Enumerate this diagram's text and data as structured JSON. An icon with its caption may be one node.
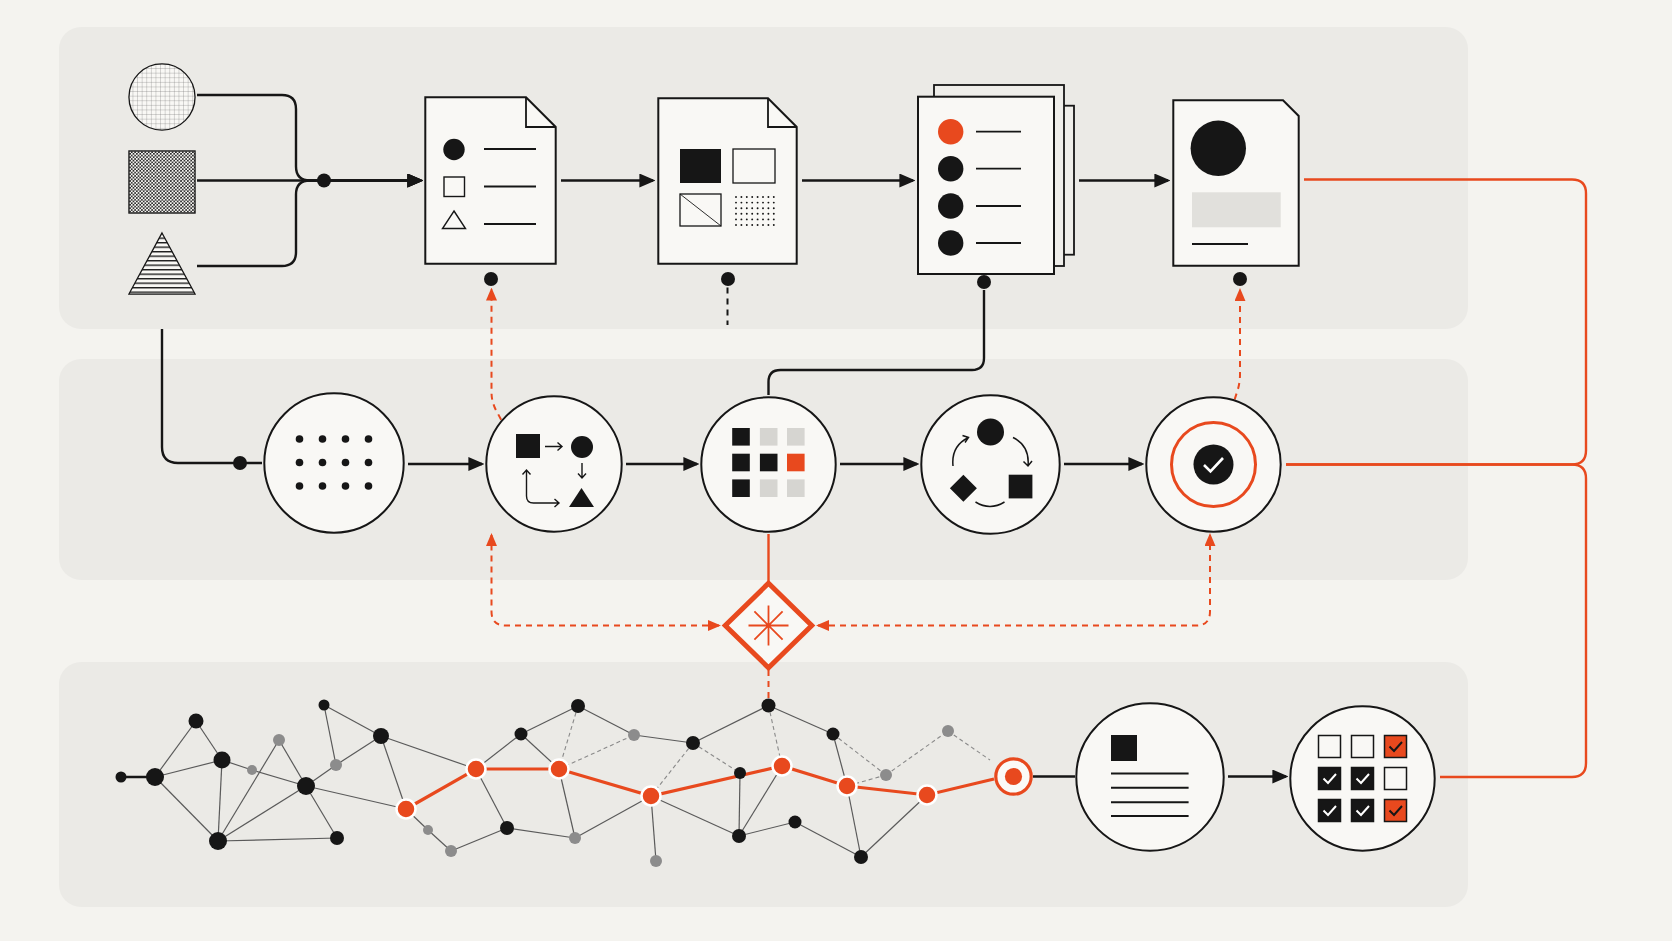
{
  "diagram": {
    "nodes": [
      {
        "text": [],
        "shape": "band"
      },
      {
        "text": [],
        "shape": "circle",
        "in": 0
      },
      {
        "text": [],
        "shape": "square",
        "in": 0
      },
      {
        "text": [],
        "shape": "triangle",
        "in": 0
      },
      {
        "text": [],
        "shape": "document",
        "in": 0
      },
      {
        "text": [],
        "shape": "document",
        "in": 0
      },
      {
        "text": [],
        "shape": "documents",
        "in": 0
      },
      {
        "text": [],
        "shape": "document",
        "in": 0
      },
      {
        "text": [],
        "shape": "dot",
        "in": 0
      },
      {
        "text": [],
        "shape": "dot",
        "in": 0
      },
      {
        "text": [],
        "shape": "dot",
        "in": 0
      },
      {
        "text": [],
        "shape": "dot",
        "in": 0
      },
      {
        "text": [],
        "shape": "band"
      },
      {
        "text": [],
        "shape": "circle",
        "in": 12
      },
      {
        "text": [],
        "shape": "circle",
        "in": 12
      },
      {
        "text": [],
        "shape": "circle",
        "in": 12
      },
      {
        "text": [],
        "shape": "circle",
        "in": 12
      },
      {
        "text": [],
        "shape": "circle",
        "in": 12
      },
      {
        "text": [],
        "shape": "diamond"
      },
      {
        "text": [],
        "shape": "band"
      },
      {
        "text": [],
        "shape": "picture",
        "in": 19
      },
      {
        "text": [],
        "shape": "ring",
        "in": 19
      },
      {
        "text": [],
        "shape": "circle",
        "in": 19
      },
      {
        "text": [],
        "shape": "circle",
        "in": 19
      }
    ],
    "edges": [
      {
        "from": 1,
        "to": 4,
        "arrow": "to"
      },
      {
        "from": 2,
        "to": 4,
        "arrow": "to"
      },
      {
        "from": 3,
        "to": 4,
        "arrow": "to"
      },
      {
        "from": 4,
        "to": 5,
        "arrow": "to"
      },
      {
        "from": 5,
        "to": 6,
        "arrow": "to"
      },
      {
        "from": 6,
        "to": 7,
        "arrow": "to"
      },
      {
        "from": 0,
        "to": 13,
        "arrow": "other"
      },
      {
        "from": 13,
        "to": 14,
        "arrow": "to"
      },
      {
        "from": 14,
        "to": 15,
        "arrow": "to"
      },
      {
        "from": 15,
        "to": 16,
        "arrow": "to"
      },
      {
        "from": 16,
        "to": 17,
        "arrow": "to"
      },
      {
        "from": 14,
        "to": 8,
        "arrow": "to",
        "style": "dashed",
        "color": "#e8491e"
      },
      {
        "from": 9,
        "to": null,
        "arrow": "none",
        "style": "dashed"
      },
      {
        "from": 10,
        "to": 15,
        "arrow": "none"
      },
      {
        "from": 17,
        "to": 11,
        "arrow": "to",
        "style": "dashed",
        "color": "#e8491e"
      },
      {
        "from": 15,
        "to": 18,
        "arrow": "none",
        "color": "#e8491e"
      },
      {
        "from": 18,
        "to": 14,
        "arrow": "both",
        "style": "dashed",
        "color": "#e8491e"
      },
      {
        "from": 18,
        "to": 17,
        "arrow": "both",
        "style": "dashed",
        "color": "#e8491e"
      },
      {
        "from": 18,
        "to": 20,
        "arrow": "none",
        "style": "dashed",
        "color": "#e8491e"
      },
      {
        "from": 21,
        "to": 22,
        "arrow": "none"
      },
      {
        "from": 22,
        "to": 23,
        "arrow": "to"
      },
      {
        "from": 7,
        "to": 17,
        "arrow": "none",
        "color": "#e8491e"
      },
      {
        "from": 23,
        "to": 17,
        "arrow": "none",
        "color": "#e8491e"
      }
    ]
  }
}
